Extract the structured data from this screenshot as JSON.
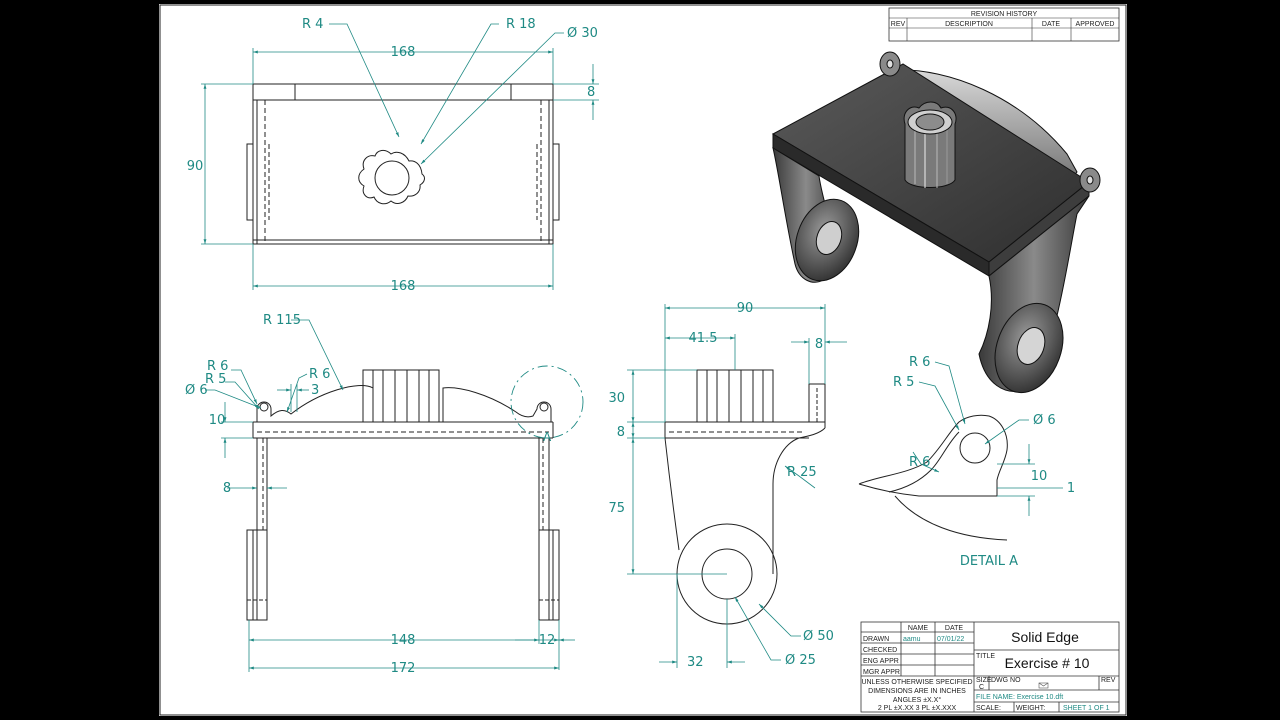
{
  "revision": {
    "title": "REVISION HISTORY",
    "columns": [
      "REV",
      "DESCRIPTION",
      "DATE",
      "APPROVED"
    ]
  },
  "dims": {
    "top_view": {
      "r4": "R 4",
      "r18": "R 18",
      "d30": "Ø 30",
      "w168_top": "168",
      "h8": "8",
      "h90": "90",
      "w168_bot": "168"
    },
    "front_view": {
      "r115": "R 115",
      "r6a": "R 6",
      "r5": "R 5",
      "d6": "Ø 6",
      "r6b": "R 6",
      "t3": "3",
      "t10": "10",
      "t8": "8",
      "w148": "148",
      "w12": "12",
      "w172": "172",
      "detail_marker": "A"
    },
    "side_view": {
      "w90": "90",
      "w41_5": "41.5",
      "w8": "8",
      "h30": "30",
      "h8": "8",
      "h75": "75",
      "r25": "R 25",
      "d50": "Ø 50",
      "d25": "Ø 25",
      "w32": "32"
    },
    "detail": {
      "r6a": "R 6",
      "r5": "R 5",
      "d6": "Ø 6",
      "r6b": "R 6",
      "h10": "10",
      "t1": "1",
      "caption": "DETAIL A"
    }
  },
  "title_block": {
    "col_name": "NAME",
    "col_date": "DATE",
    "rows": [
      {
        "label": "DRAWN",
        "name": "aamu",
        "date": "07/01/22"
      },
      {
        "label": "CHECKED",
        "name": "",
        "date": ""
      },
      {
        "label": "ENG APPR",
        "name": "",
        "date": ""
      },
      {
        "label": "MGR APPR",
        "name": "",
        "date": ""
      }
    ],
    "notes": [
      "UNLESS OTHERWISE SPECIFIED",
      "DIMENSIONS ARE IN INCHES",
      "ANGLES ±X.X°",
      "2 PL ±X.XX 3 PL ±X.XXX"
    ],
    "company": "Solid Edge",
    "title_label": "TITLE",
    "title": "Exercise # 10",
    "size_label": "SIZE",
    "size_value": "C",
    "dwg_label": "DWG NO",
    "rev_label": "REV",
    "file_name": "FILE NAME: Exercise 10.dft",
    "scale_label": "SCALE:",
    "weight_label": "WEIGHT:",
    "sheet_label": "SHEET 1 OF 1"
  }
}
